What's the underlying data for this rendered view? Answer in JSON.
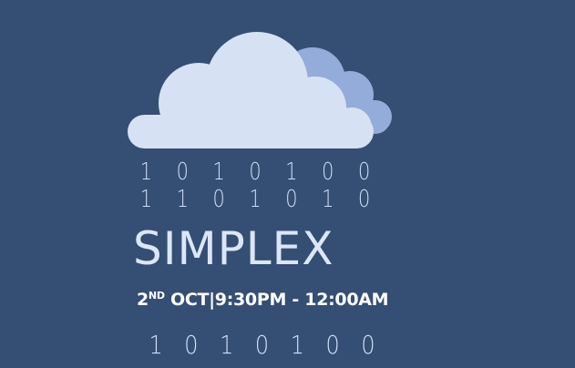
{
  "poster": {
    "binary_rows": [
      [
        "1",
        "0",
        "1",
        "0",
        "1",
        "0",
        "0"
      ],
      [
        "1",
        "1",
        "0",
        "1",
        "0",
        "1",
        "0"
      ],
      [
        "1",
        "0",
        "1",
        "0",
        "1",
        "0",
        "0"
      ]
    ],
    "title": "SIMPLEX",
    "date_day": "2",
    "date_suffix": "ND",
    "date_rest": " OCT|9:30PM - 12:00AM"
  },
  "colors": {
    "background": "#354e74",
    "cloud_front": "#d6e2f4",
    "cloud_back": "#93acd9",
    "text": "#dbe7f8"
  },
  "icons": {
    "cloud": "cloud-icon"
  }
}
